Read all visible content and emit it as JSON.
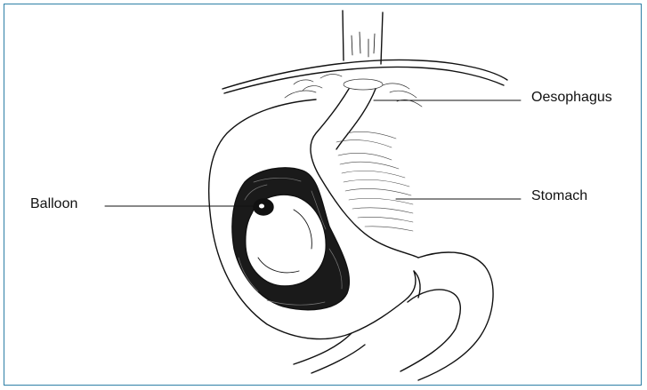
{
  "figure": {
    "frame_color": "#2d7fa6",
    "labels": {
      "oesophagus": "Oesophagus",
      "stomach": "Stomach",
      "balloon": "Balloon"
    }
  }
}
